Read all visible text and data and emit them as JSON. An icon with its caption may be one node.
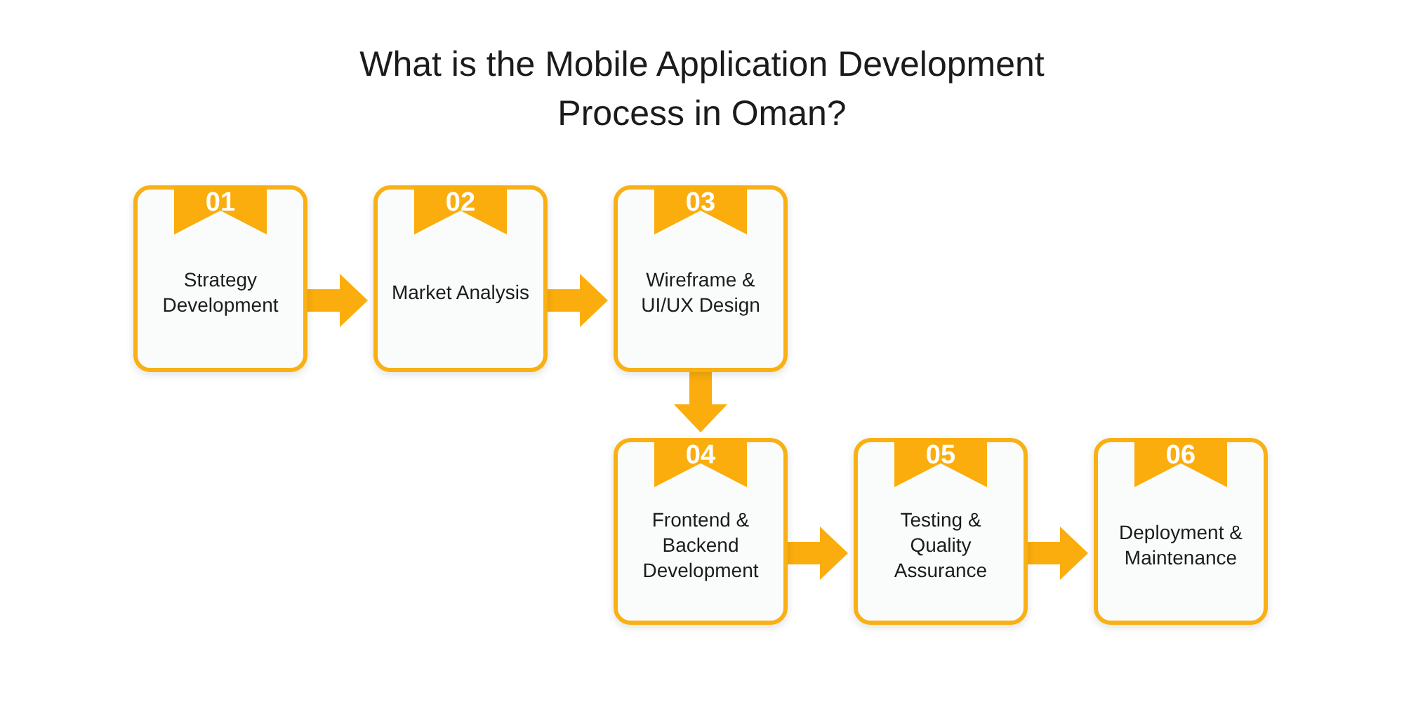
{
  "diagram": {
    "title": "What is the Mobile Application Development Process in Oman?",
    "nodes": [
      {
        "text": [
          "01",
          "Strategy Development"
        ]
      },
      {
        "text": [
          "02",
          "Market Analysis"
        ]
      },
      {
        "text": [
          "03",
          "Wireframe & UI/UX Design"
        ]
      },
      {
        "text": [
          "04",
          "Frontend & Backend Development"
        ]
      },
      {
        "text": [
          "05",
          "Testing & Quality Assurance"
        ]
      },
      {
        "text": [
          "06",
          "Deployment & Maintenance"
        ]
      }
    ],
    "edges": [
      {
        "from": 0,
        "to": 1,
        "arrow": "to"
      },
      {
        "from": 1,
        "to": 2,
        "arrow": "to"
      },
      {
        "from": 2,
        "to": 3,
        "arrow": "to"
      },
      {
        "from": 3,
        "to": 4,
        "arrow": "to"
      },
      {
        "from": 4,
        "to": 5,
        "arrow": "to"
      }
    ]
  }
}
